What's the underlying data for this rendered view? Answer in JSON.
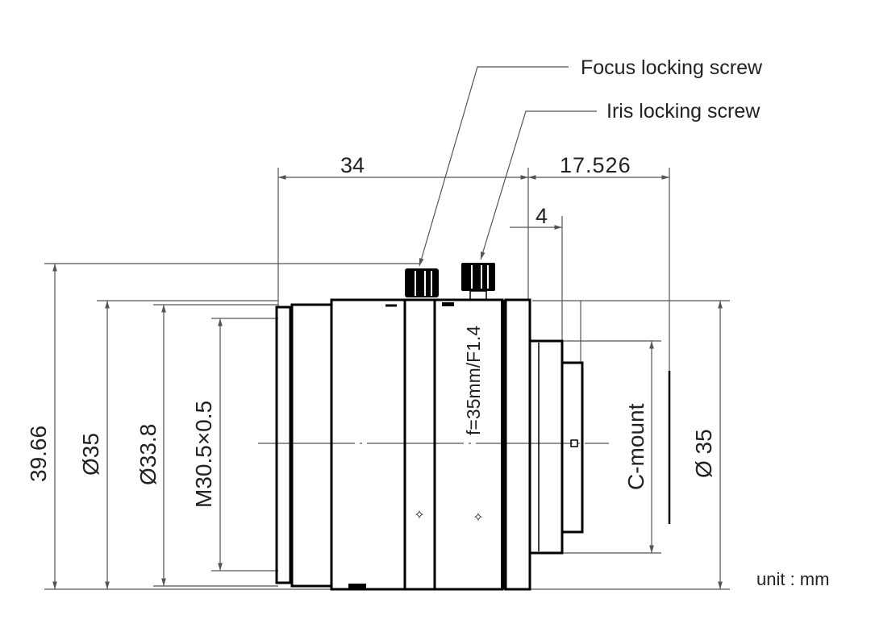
{
  "callouts": {
    "focus_screw": "Focus locking screw",
    "iris_screw": "Iris locking screw"
  },
  "dimensions": {
    "overall_length": "34",
    "flange_distance": "17.526",
    "thread_depth": "4",
    "max_height": "39.66",
    "body_diameter": "Ø35",
    "front_diameter": "Ø33.8",
    "filter_thread": "M30.5×0.5",
    "mount": "C-mount",
    "rear_diameter": "Ø 35"
  },
  "lens_marking": "f=35mm/F1.4",
  "unit_label": "unit : mm"
}
